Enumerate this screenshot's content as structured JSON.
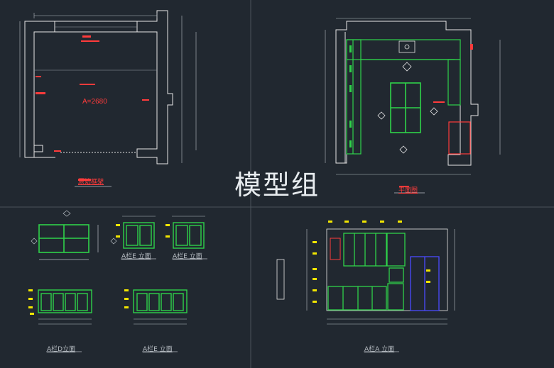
{
  "watermark": "模型组",
  "colors": {
    "background": "#212830",
    "divider": "#4a525a",
    "wall": "#e6e6e6",
    "cabinet": "#2fd24a",
    "dimension": "#ff3b3b",
    "annotation": "#f2e600",
    "appliance": "#4a4aff"
  },
  "panels": {
    "original_plan": {
      "caption": "原始框架",
      "center_text": "A=2680"
    },
    "layout_plan": {
      "caption": "平面图"
    },
    "island_elevations": {
      "caption_b": "A栏E 立面",
      "caption_c": "A栏E 立面",
      "caption_d": "A栏D立面",
      "caption_e": "A栏E 立面"
    },
    "main_elevation": {
      "caption": "A栏A 立面"
    }
  }
}
